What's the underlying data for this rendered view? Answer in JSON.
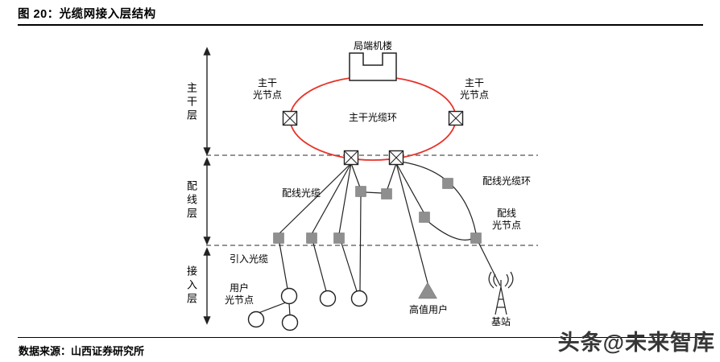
{
  "header": {
    "title": "图 20：光缆网接入层结构"
  },
  "footer": {
    "source": "数据来源：山西证券研究所",
    "watermark": "头条@未来智库"
  },
  "layers": {
    "backbone": "主干层",
    "distribution": "配线层",
    "access": "接入层"
  },
  "labels": {
    "central_office": "局端机楼",
    "backbone_ring": "主干光缆环",
    "backbone_node_line1": "主干",
    "backbone_node_line2": "光节点",
    "distribution_cable": "配线光缆",
    "distribution_ring": "配线光缆环",
    "distribution_node_line1": "配线",
    "distribution_node_line2": "光节点",
    "leadin_cable": "引入光缆",
    "user_node_line1": "用户",
    "user_node_line2": "光节点",
    "high_value_user": "高值用户",
    "base_station": "基站"
  },
  "colors": {
    "ring": "#e8332a",
    "node_fill": "#8f8f8f"
  }
}
